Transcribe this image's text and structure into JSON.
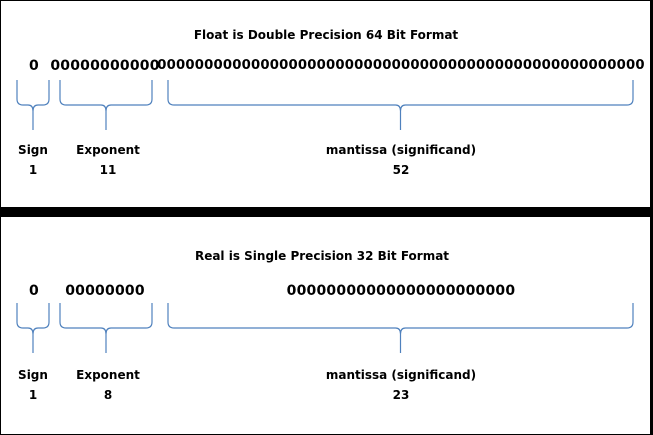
{
  "panels": [
    {
      "title": "Float is Double Precision 64 Bit Format",
      "sign_bits": "0",
      "exponent_bits": "00000000000",
      "mantissa_bits": "0000000000000000000000000000000000000000000000000000",
      "sign_label": "Sign",
      "sign_count": "1",
      "exponent_label": "Exponent",
      "exponent_count": "11",
      "mantissa_label": "mantissa (significand)",
      "mantissa_count": "52"
    },
    {
      "title": "Real is Single Precision 32 Bit Format",
      "sign_bits": "0",
      "exponent_bits": "00000000",
      "mantissa_bits": "00000000000000000000000",
      "sign_label": "Sign",
      "sign_count": "1",
      "exponent_label": "Exponent",
      "exponent_count": "8",
      "mantissa_label": "mantissa (significand)",
      "mantissa_count": "23"
    }
  ],
  "colors": {
    "brace": "#4f81bd",
    "divider": "#000000"
  }
}
